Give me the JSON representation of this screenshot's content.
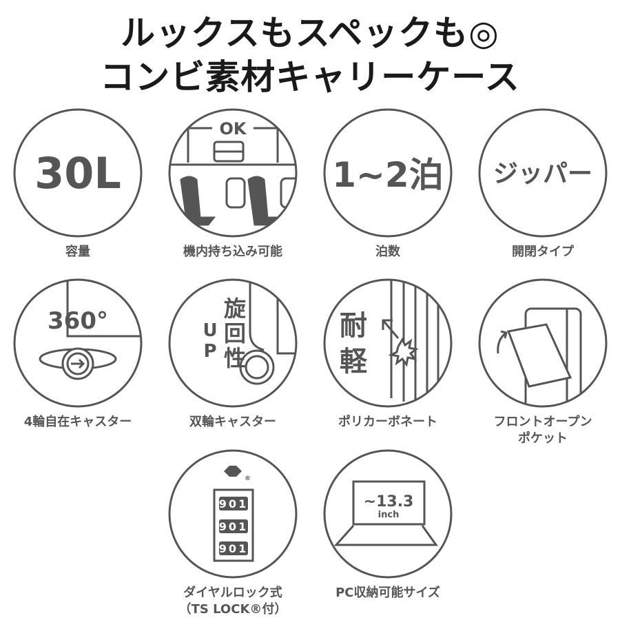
{
  "title": {
    "line1": "ルックスもスペックも◎",
    "line2": "コンビ素材キャリーケース"
  },
  "features": [
    {
      "label": "容量",
      "icon_text": "30L"
    },
    {
      "label": "機内持ち込み可能",
      "icon_text": "OK"
    },
    {
      "label": "泊数",
      "icon_text": "1~2泊"
    },
    {
      "label": "開閉タイプ",
      "icon_text": "ジッパー"
    },
    {
      "label": "4輪自在キャスター",
      "icon_text": "360°"
    },
    {
      "label": "双輪キャスター",
      "icon_text": "旋回性",
      "icon_text2": "UP"
    },
    {
      "label": "ポリカーボネート",
      "icon_text": "耐軽"
    },
    {
      "label": "フロントオープンポケット",
      "label_line1": "フロントオープン",
      "label_line2": "ポケット"
    },
    {
      "label_line1": "ダイヤルロック式",
      "label_line2": "（TS LOCK®付）",
      "icon_text": "901",
      "icon_text2": "®"
    },
    {
      "label": "PC収納可能サイズ",
      "icon_text": "~13.3",
      "icon_text2": "inch"
    }
  ],
  "colors": {
    "icon": "#555555",
    "title": "#1a1a1a"
  }
}
